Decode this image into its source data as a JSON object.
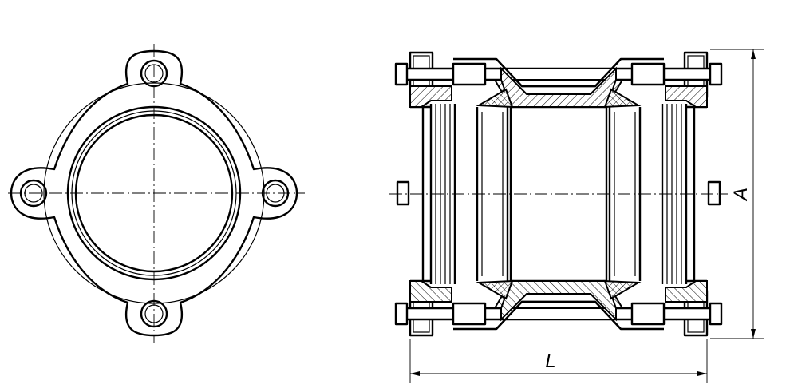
{
  "drawing": {
    "dimensions": [
      {
        "id": "length",
        "label": "L"
      },
      {
        "id": "height",
        "label": "A"
      }
    ]
  }
}
